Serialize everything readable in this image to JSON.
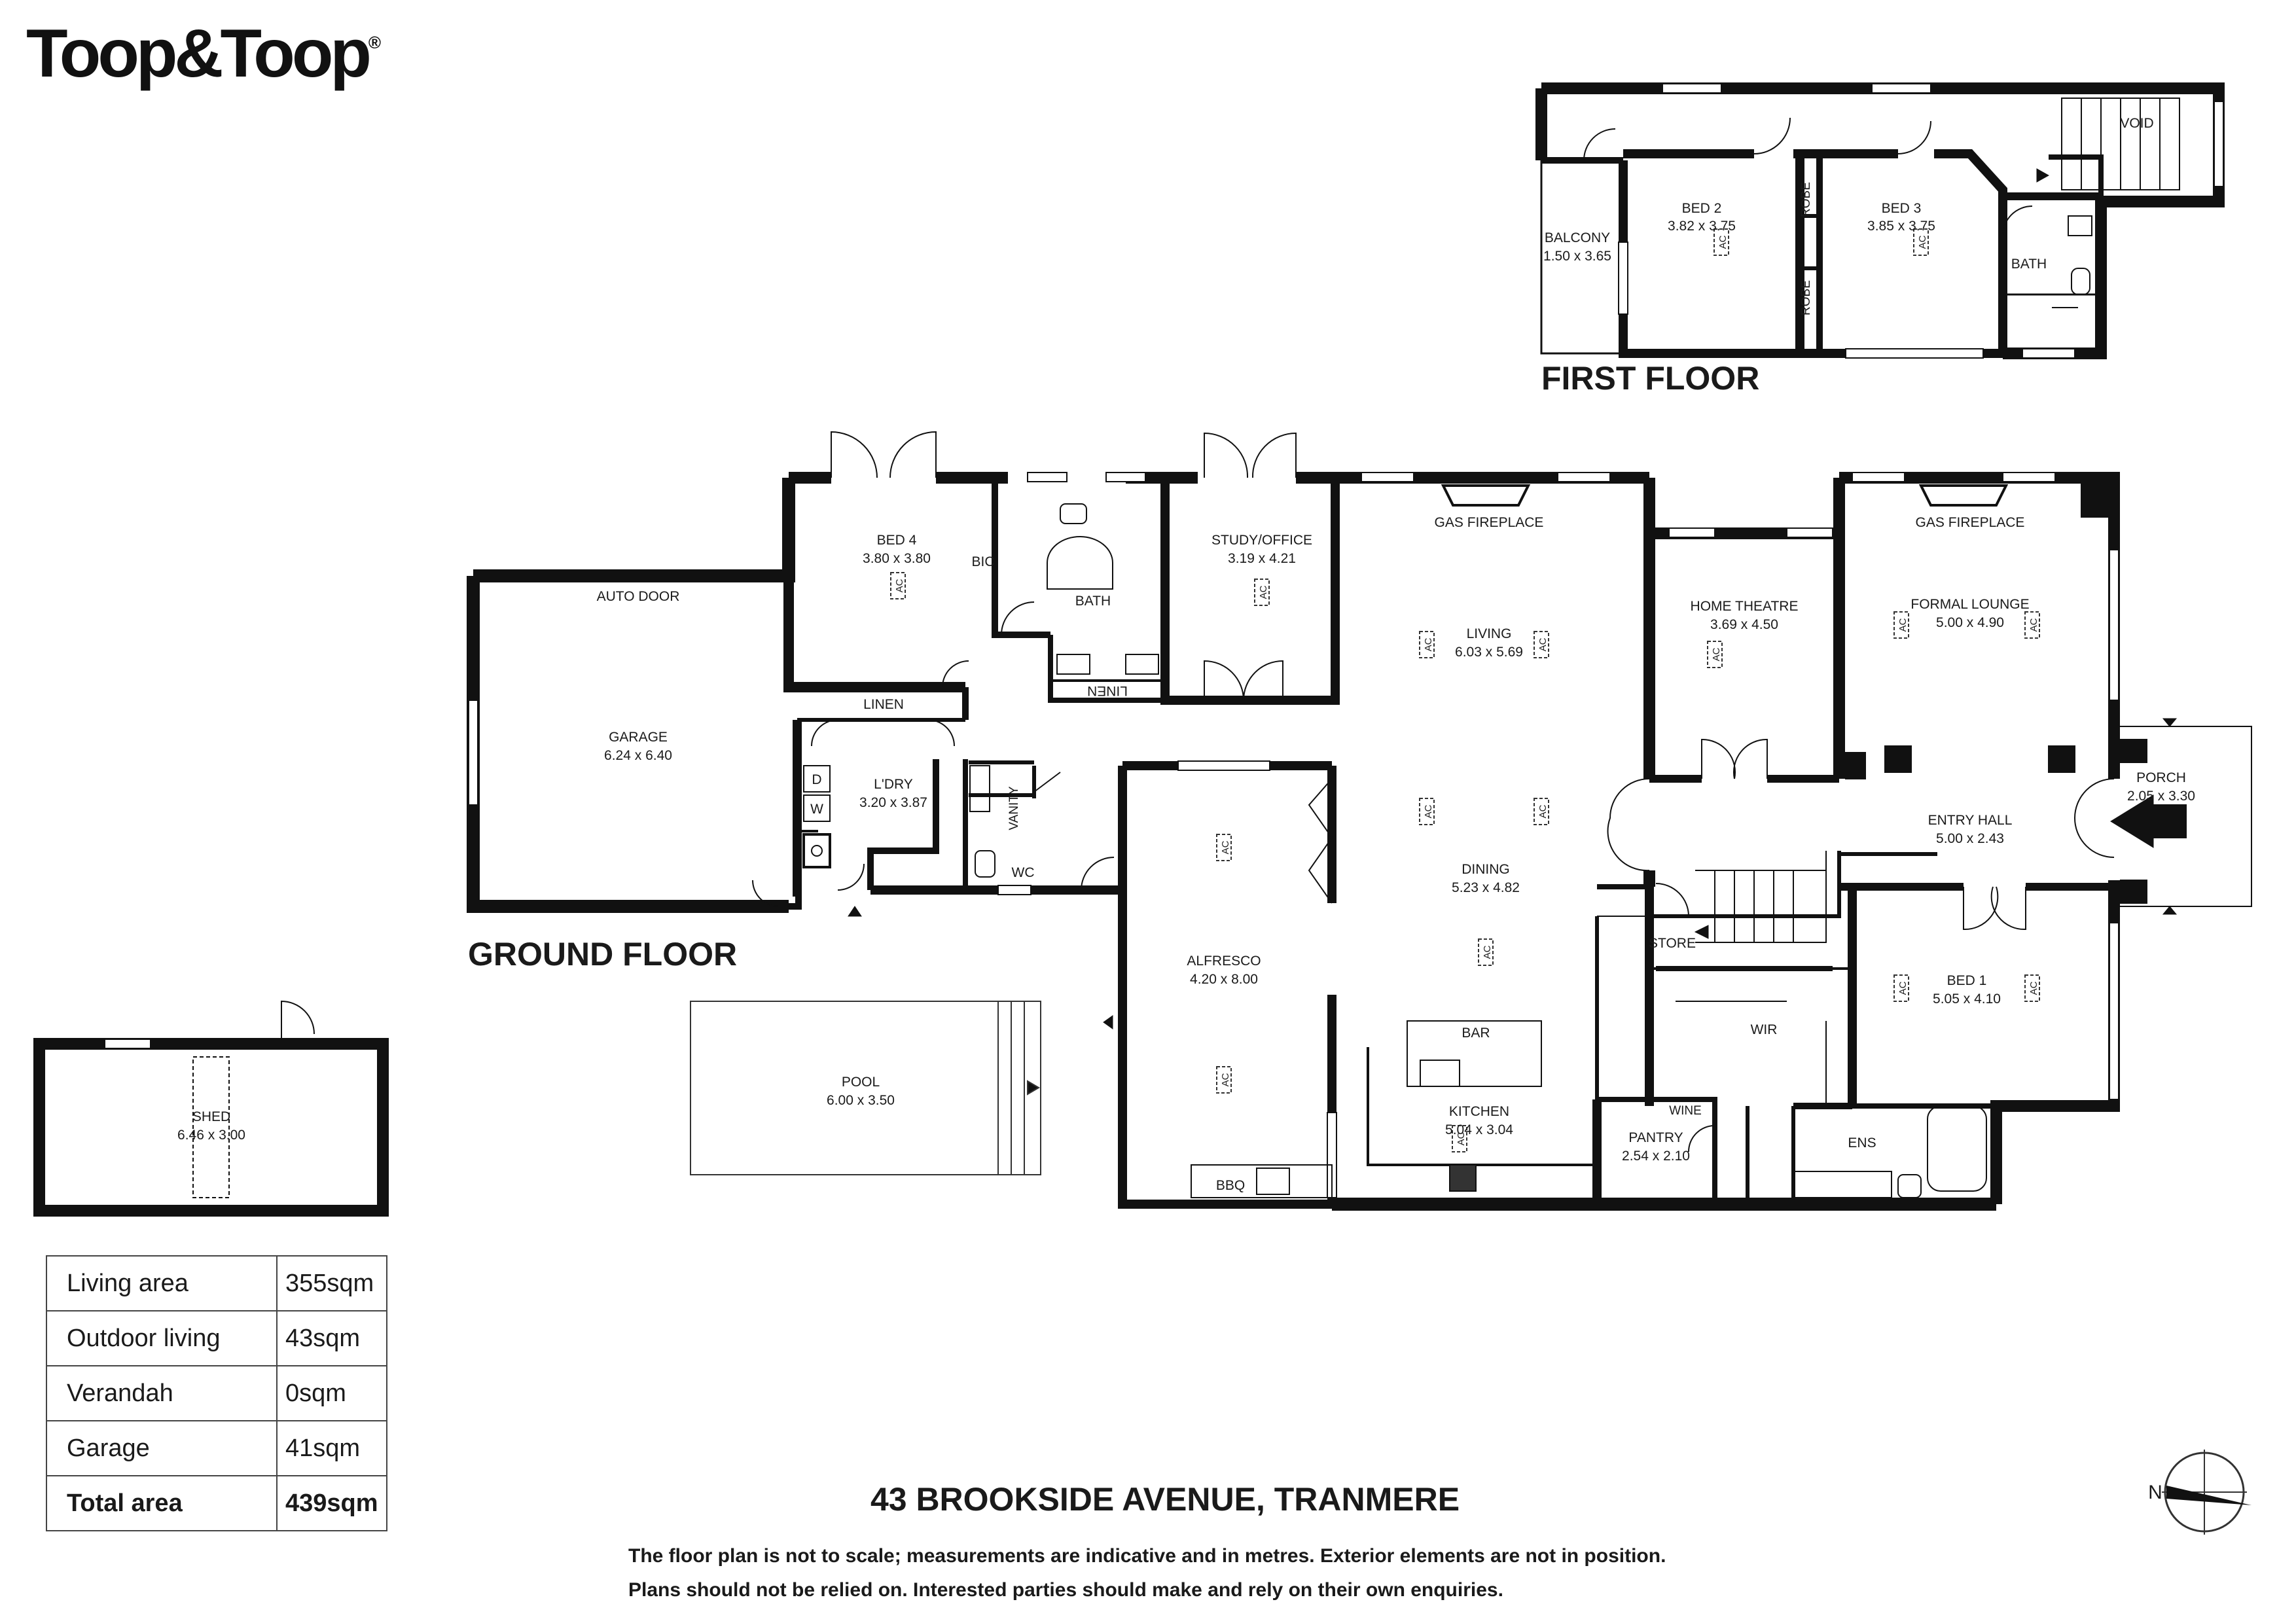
{
  "brand": {
    "logo": "Toop&Toop",
    "registered": "®"
  },
  "floors": {
    "first": "FIRST FLOOR",
    "ground": "GROUND FLOOR"
  },
  "rooms": {
    "balcony": {
      "name": "BALCONY",
      "size": "1.50 x 3.65"
    },
    "bed2": {
      "name": "BED 2",
      "size": "3.82 x 3.75"
    },
    "bed3": {
      "name": "BED 3",
      "size": "3.85 x 3.75"
    },
    "robe1": "ROBE",
    "robe2": "ROBE",
    "bath_upper": "BATH",
    "void": "VOID",
    "bed4": {
      "name": "BED 4",
      "size": "3.80 x 3.80"
    },
    "bic": "BIC",
    "bath_lower": "BATH",
    "study": {
      "name": "STUDY/OFFICE",
      "size": "3.19 x 4.21"
    },
    "gas_fireplace_1": "GAS FIREPLACE",
    "living": {
      "name": "LIVING",
      "size": "6.03 x 5.69"
    },
    "home_theatre": {
      "name": "HOME THEATRE",
      "size": "3.69 x 4.50"
    },
    "gas_fireplace_2": "GAS FIREPLACE",
    "formal_lounge": {
      "name": "FORMAL LOUNGE",
      "size": "5.00 x 4.90"
    },
    "auto_door": "AUTO DOOR",
    "garage": {
      "name": "GARAGE",
      "size": "6.24 x 6.40"
    },
    "linen1": "LINEN",
    "linen2": "LINEN",
    "laundry": {
      "name": "L'DRY",
      "size": "3.20 x 3.87"
    },
    "dryer": "D",
    "washer": "W",
    "vanity": "VANITY",
    "wc": "WC",
    "alfresco": {
      "name": "ALFRESCO",
      "size": "4.20 x 8.00"
    },
    "dining": {
      "name": "DINING",
      "size": "5.23 x 4.82"
    },
    "entry_hall": {
      "name": "ENTRY HALL",
      "size": "5.00 x 2.43"
    },
    "porch": {
      "name": "PORCH",
      "size": "2.05 x 3.30"
    },
    "store": "STORE",
    "bed1": {
      "name": "BED 1",
      "size": "5.05 x 4.10"
    },
    "wir": "WIR",
    "bar": "BAR",
    "kitchen": {
      "name": "KITCHEN",
      "size": "5.04 x 3.04"
    },
    "pantry": {
      "name": "PANTRY",
      "size": "2.54 x 2.10"
    },
    "wine": "WINE",
    "ens": "ENS",
    "bbq": "BBQ",
    "pool": {
      "name": "POOL",
      "size": "6.00 x 3.50"
    },
    "shed": {
      "name": "SHED",
      "size": "6.46 x 3.00"
    }
  },
  "ac_label": "AC",
  "compass": {
    "north": "N"
  },
  "areas": [
    {
      "label": "Living area",
      "value": "355sqm"
    },
    {
      "label": "Outdoor living",
      "value": "43sqm"
    },
    {
      "label": "Verandah",
      "value": "0sqm"
    },
    {
      "label": "Garage",
      "value": "41sqm"
    },
    {
      "label": "Total area",
      "value": "439sqm"
    }
  ],
  "address": "43 BROOKSIDE AVENUE, TRANMERE",
  "disclaimer": {
    "line1": "The floor plan is not to scale; measurements are indicative and in metres. Exterior elements are not in position.",
    "line2": "Plans should not be relied on. Interested parties should make and rely on their own enquiries."
  }
}
